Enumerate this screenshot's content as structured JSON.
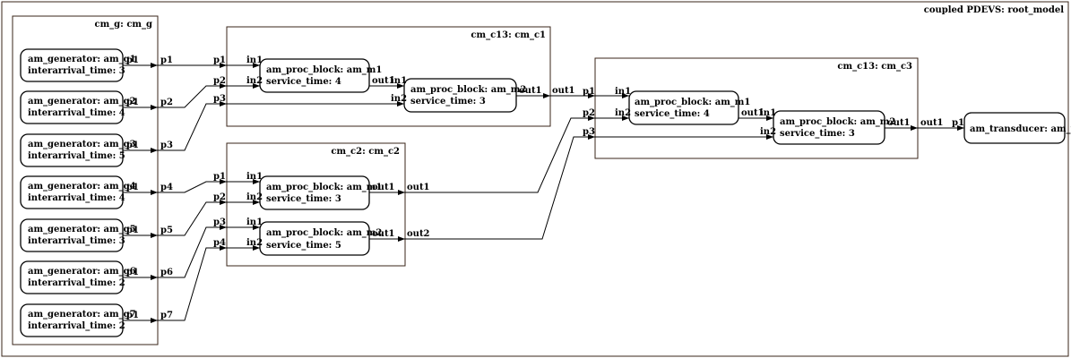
{
  "root": {
    "title_prefix": "coupled PDEVS: ",
    "title_name": "root_model"
  },
  "cm_g": {
    "title_prefix": "cm_g: ",
    "title_name": "cm_g",
    "generators": [
      {
        "label": "am_generator: ",
        "name": "am_g1",
        "param": "interarrival_time: 3",
        "out_port": "p1",
        "coupled_port": "p1"
      },
      {
        "label": "am_generator: ",
        "name": "am_g2",
        "param": "interarrival_time: 4",
        "out_port": "p1",
        "coupled_port": "p2"
      },
      {
        "label": "am_generator: ",
        "name": "am_g3",
        "param": "interarrival_time: 5",
        "out_port": "p1",
        "coupled_port": "p3"
      },
      {
        "label": "am_generator: ",
        "name": "am_g4",
        "param": "interarrival_time: 4",
        "out_port": "p1",
        "coupled_port": "p4"
      },
      {
        "label": "am_generator: ",
        "name": "am_g5",
        "param": "interarrival_time: 3",
        "out_port": "p1",
        "coupled_port": "p5"
      },
      {
        "label": "am_generator: ",
        "name": "am_g6",
        "param": "interarrival_time: 2",
        "out_port": "p1",
        "coupled_port": "p6"
      },
      {
        "label": "am_generator: ",
        "name": "am_g7",
        "param": "interarrival_time: 2",
        "out_port": "p1",
        "coupled_port": "p7"
      }
    ]
  },
  "cm_c13_a": {
    "title_prefix": "cm_c13: ",
    "title_name": "cm_c1",
    "in_ports": [
      "p1",
      "p2",
      "p3"
    ],
    "out_port": "out1",
    "m1": {
      "label": "am_proc_block: ",
      "name": "am_m1",
      "param": "service_time: 4",
      "in_ports": [
        "in1",
        "in2"
      ],
      "out_port": "out1"
    },
    "m2": {
      "label": "am_proc_block: ",
      "name": "am_m2",
      "param": "service_time: 3",
      "in_ports": [
        "in1",
        "in2"
      ],
      "out_port": "out1"
    }
  },
  "cm_c2": {
    "title_prefix": "cm_c2: ",
    "title_name": "cm_c2",
    "in_ports": [
      "p1",
      "p2",
      "p3",
      "p4"
    ],
    "out_ports": [
      "out1",
      "out2"
    ],
    "m1": {
      "label": "am_proc_block: ",
      "name": "am_m1",
      "param": "service_time: 3",
      "in_ports": [
        "in1",
        "in2"
      ],
      "out_port": "out1"
    },
    "m2": {
      "label": "am_proc_block: ",
      "name": "am_m2",
      "param": "service_time: 5",
      "in_ports": [
        "in1",
        "in2"
      ],
      "out_port": "out1"
    }
  },
  "cm_c13_b": {
    "title_prefix": "cm_c13: ",
    "title_name": "cm_c3",
    "in_ports": [
      "p1",
      "p2",
      "p3"
    ],
    "out_port": "out1",
    "m1": {
      "label": "am_proc_block: ",
      "name": "am_m1",
      "param": "service_time: 4",
      "in_ports": [
        "in1",
        "in2"
      ],
      "out_port": "out1"
    },
    "m2": {
      "label": "am_proc_block: ",
      "name": "am_m2",
      "param": "service_time: 3",
      "in_ports": [
        "in1",
        "in2"
      ],
      "out_port": "out1"
    }
  },
  "transducer": {
    "label": "am_transducer: ",
    "name": "am_t",
    "in_port": "p1"
  }
}
